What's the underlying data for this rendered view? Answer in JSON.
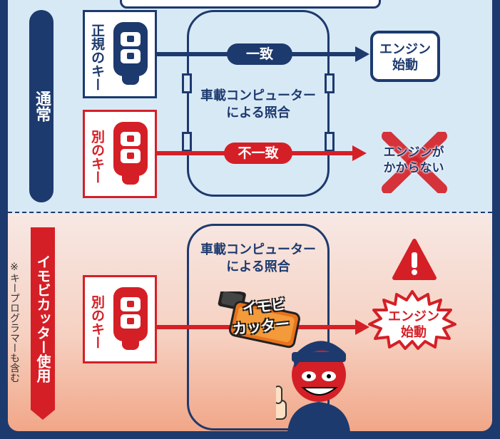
{
  "sections": {
    "normal": "通常",
    "immobilizer_cutter": "イモビカッター使用",
    "note": "※キープログラマーも含む"
  },
  "keys": {
    "genuine": "正規のキー",
    "other": "別のキー"
  },
  "computer": {
    "line1": "車載コンピューター",
    "line2": "による照合"
  },
  "match": {
    "ok": "一致",
    "ng": "不一致"
  },
  "results": {
    "start_line1": "エンジン",
    "start_line2": "始動",
    "fail_line1": "エンジンが",
    "fail_line2": "かからない"
  },
  "device": {
    "line1": "イモビ",
    "line2": "カッター"
  },
  "colors": {
    "navy": "#1d3a6e",
    "red": "#d51f26",
    "top_bg": "#d8e9f6",
    "bottom_bg": "#f6d1c2"
  }
}
